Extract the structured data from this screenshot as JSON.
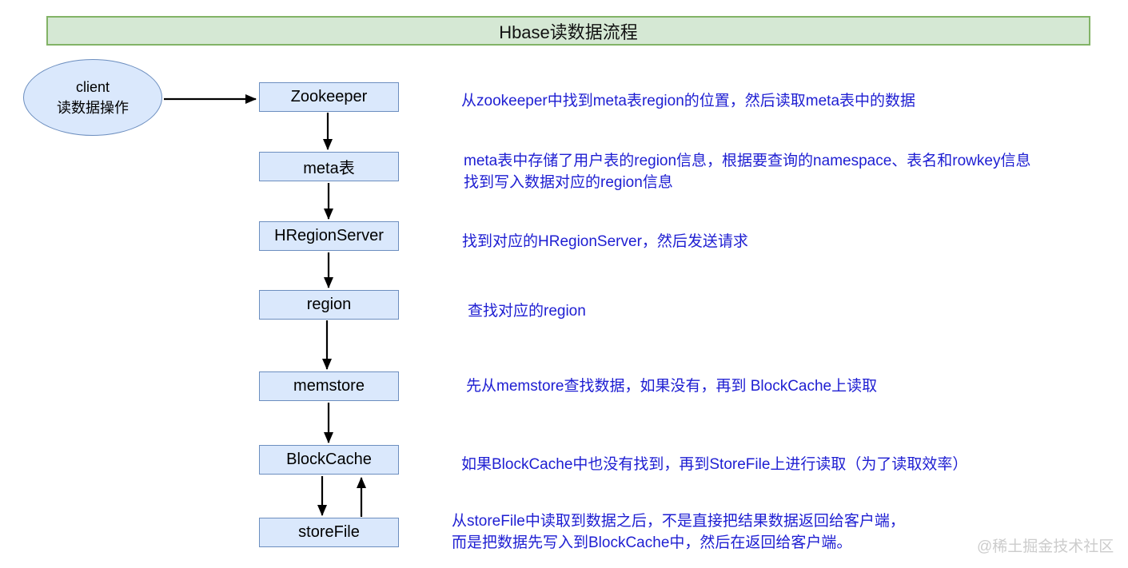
{
  "title": "Hbase读数据流程",
  "colors": {
    "title_fill": "#d5e8d4",
    "title_border": "#82b366",
    "node_fill": "#dae8fc",
    "node_border": "#6c8ebf",
    "annotation": "#1e1ed2",
    "arrow": "#000000",
    "watermark": "#cccccc"
  },
  "client_node": {
    "line1": "client",
    "line2": "读数据操作"
  },
  "flow_nodes": [
    {
      "label": "Zookeeper"
    },
    {
      "label": "meta表"
    },
    {
      "label": "HRegionServer"
    },
    {
      "label": "region"
    },
    {
      "label": "memstore"
    },
    {
      "label": "BlockCache"
    },
    {
      "label": "storeFile"
    }
  ],
  "annotations": [
    {
      "lines": [
        "从zookeeper中找到meta表region的位置，然后读取meta表中的数据"
      ]
    },
    {
      "lines": [
        "meta表中存储了用户表的region信息，根据要查询的namespace、表名和rowkey信息",
        "找到写入数据对应的region信息"
      ]
    },
    {
      "lines": [
        "找到对应的HRegionServer，然后发送请求"
      ]
    },
    {
      "lines": [
        "查找对应的region"
      ]
    },
    {
      "lines": [
        "先从memstore查找数据，如果没有，再到 BlockCache上读取"
      ]
    },
    {
      "lines": [
        "如果BlockCache中也没有找到，再到StoreFile上进行读取（为了读取效率）"
      ]
    },
    {
      "lines": [
        "从storeFile中读取到数据之后，不是直接把结果数据返回给客户端，",
        "而是把数据先写入到BlockCache中，然后在返回给客户端。"
      ]
    }
  ],
  "watermark": "@稀土掘金技术社区"
}
